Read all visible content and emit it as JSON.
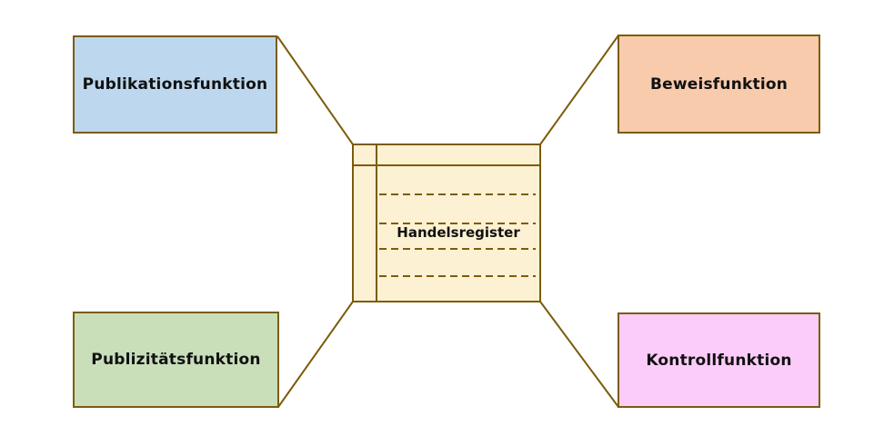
{
  "diagram": {
    "center": {
      "label": "Handelsregister"
    },
    "nodes": [
      {
        "id": "publikationsfunktion",
        "label": "Publikationsfunktion",
        "color": "#bdd7ee"
      },
      {
        "id": "beweisfunktion",
        "label": "Beweisfunktion",
        "color": "#f8cbad"
      },
      {
        "id": "publizitaetsfunktion",
        "label": "Publizitätsfunktion",
        "color": "#c9dfba"
      },
      {
        "id": "kontrollfunktion",
        "label": "Kontrollfunktion",
        "color": "#fbccf9"
      }
    ]
  },
  "colors": {
    "border": "#7b5c0b",
    "center-fill": "#fcf1d2",
    "text": "#111111",
    "bg": "#ffffff"
  }
}
